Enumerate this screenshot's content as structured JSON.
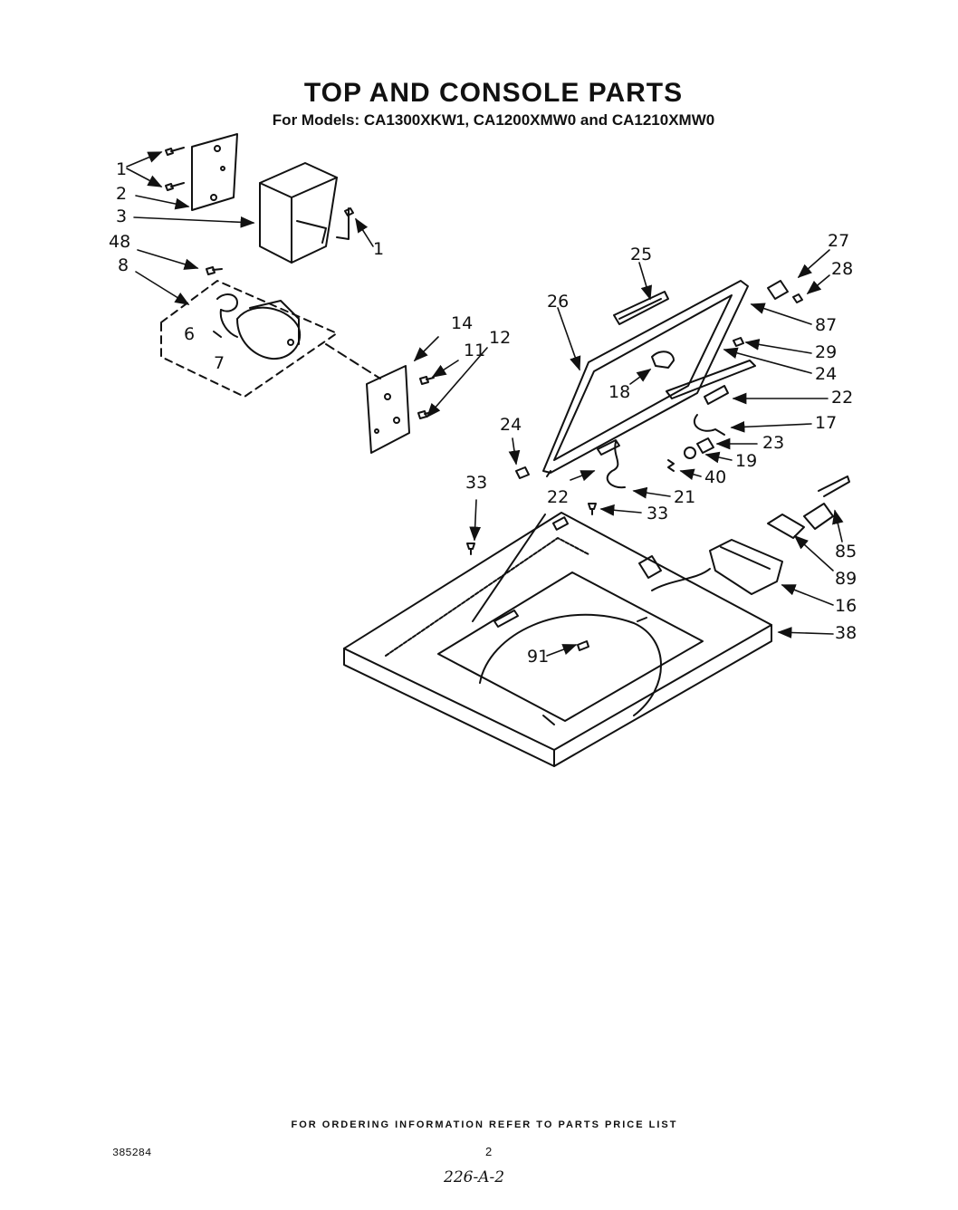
{
  "title": "TOP AND CONSOLE PARTS",
  "subtitle": "For Models: CA1300XKW1, CA1200XMW0 and CA1210XMW0",
  "callouts": {
    "c1a": "1",
    "c2": "2",
    "c3": "3",
    "c48": "48",
    "c8": "8",
    "c6": "6",
    "c7": "7",
    "c1b": "1",
    "c14": "14",
    "c11": "11",
    "c12": "12",
    "c27": "27",
    "c28": "28",
    "c25": "25",
    "c26": "26",
    "c87": "87",
    "c29": "29",
    "c24a": "24",
    "c18": "18",
    "c22a": "22",
    "c17": "17",
    "c23": "23",
    "c19": "19",
    "c40": "40",
    "c24b": "24",
    "c22b": "22",
    "c21": "21",
    "c33a": "33",
    "c33b": "33",
    "c85": "85",
    "c89": "89",
    "c16": "16",
    "c38": "38",
    "c91": "91"
  },
  "footer": {
    "ordering": "FOR ORDERING INFORMATION REFER TO PARTS PRICE LIST",
    "doc_number": "385284",
    "page_number": "2",
    "handwritten": "226-A-2"
  }
}
